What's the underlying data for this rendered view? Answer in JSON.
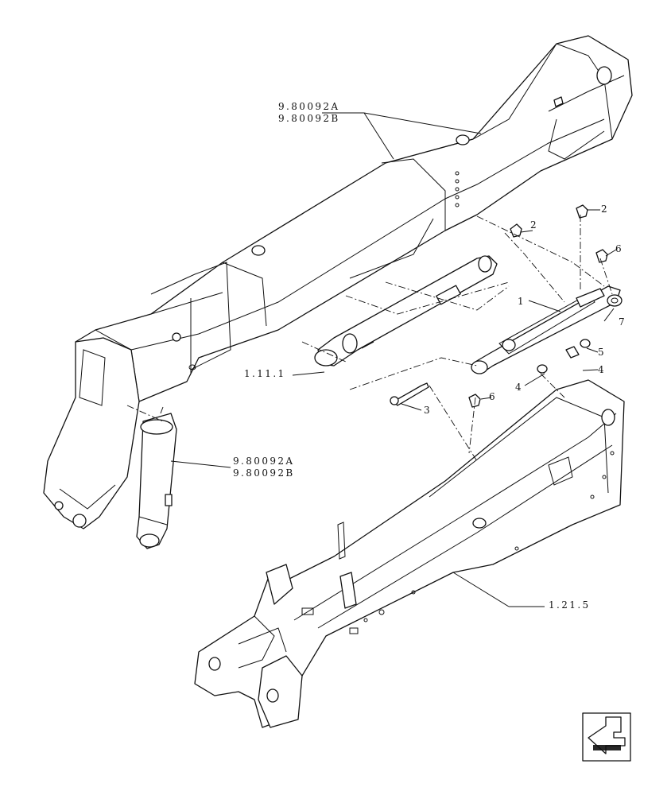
{
  "callouts": {
    "boom_ref_a": "9.80092A",
    "boom_ref_b": "9.80092B",
    "ram_ref_a": "9.80092A",
    "ram_ref_b": "9.80092B",
    "telescope_cylinder_ref": "1.11.1",
    "chassis_ref": "1.21.5",
    "item_1": "1",
    "item_2a": "2",
    "item_2b": "2",
    "item_3": "3",
    "item_4a": "4",
    "item_4b": "4",
    "item_5": "5",
    "item_6a": "6",
    "item_6b": "6",
    "item_7": "7"
  },
  "icons": {
    "navigation": "back-arrow-icon"
  }
}
